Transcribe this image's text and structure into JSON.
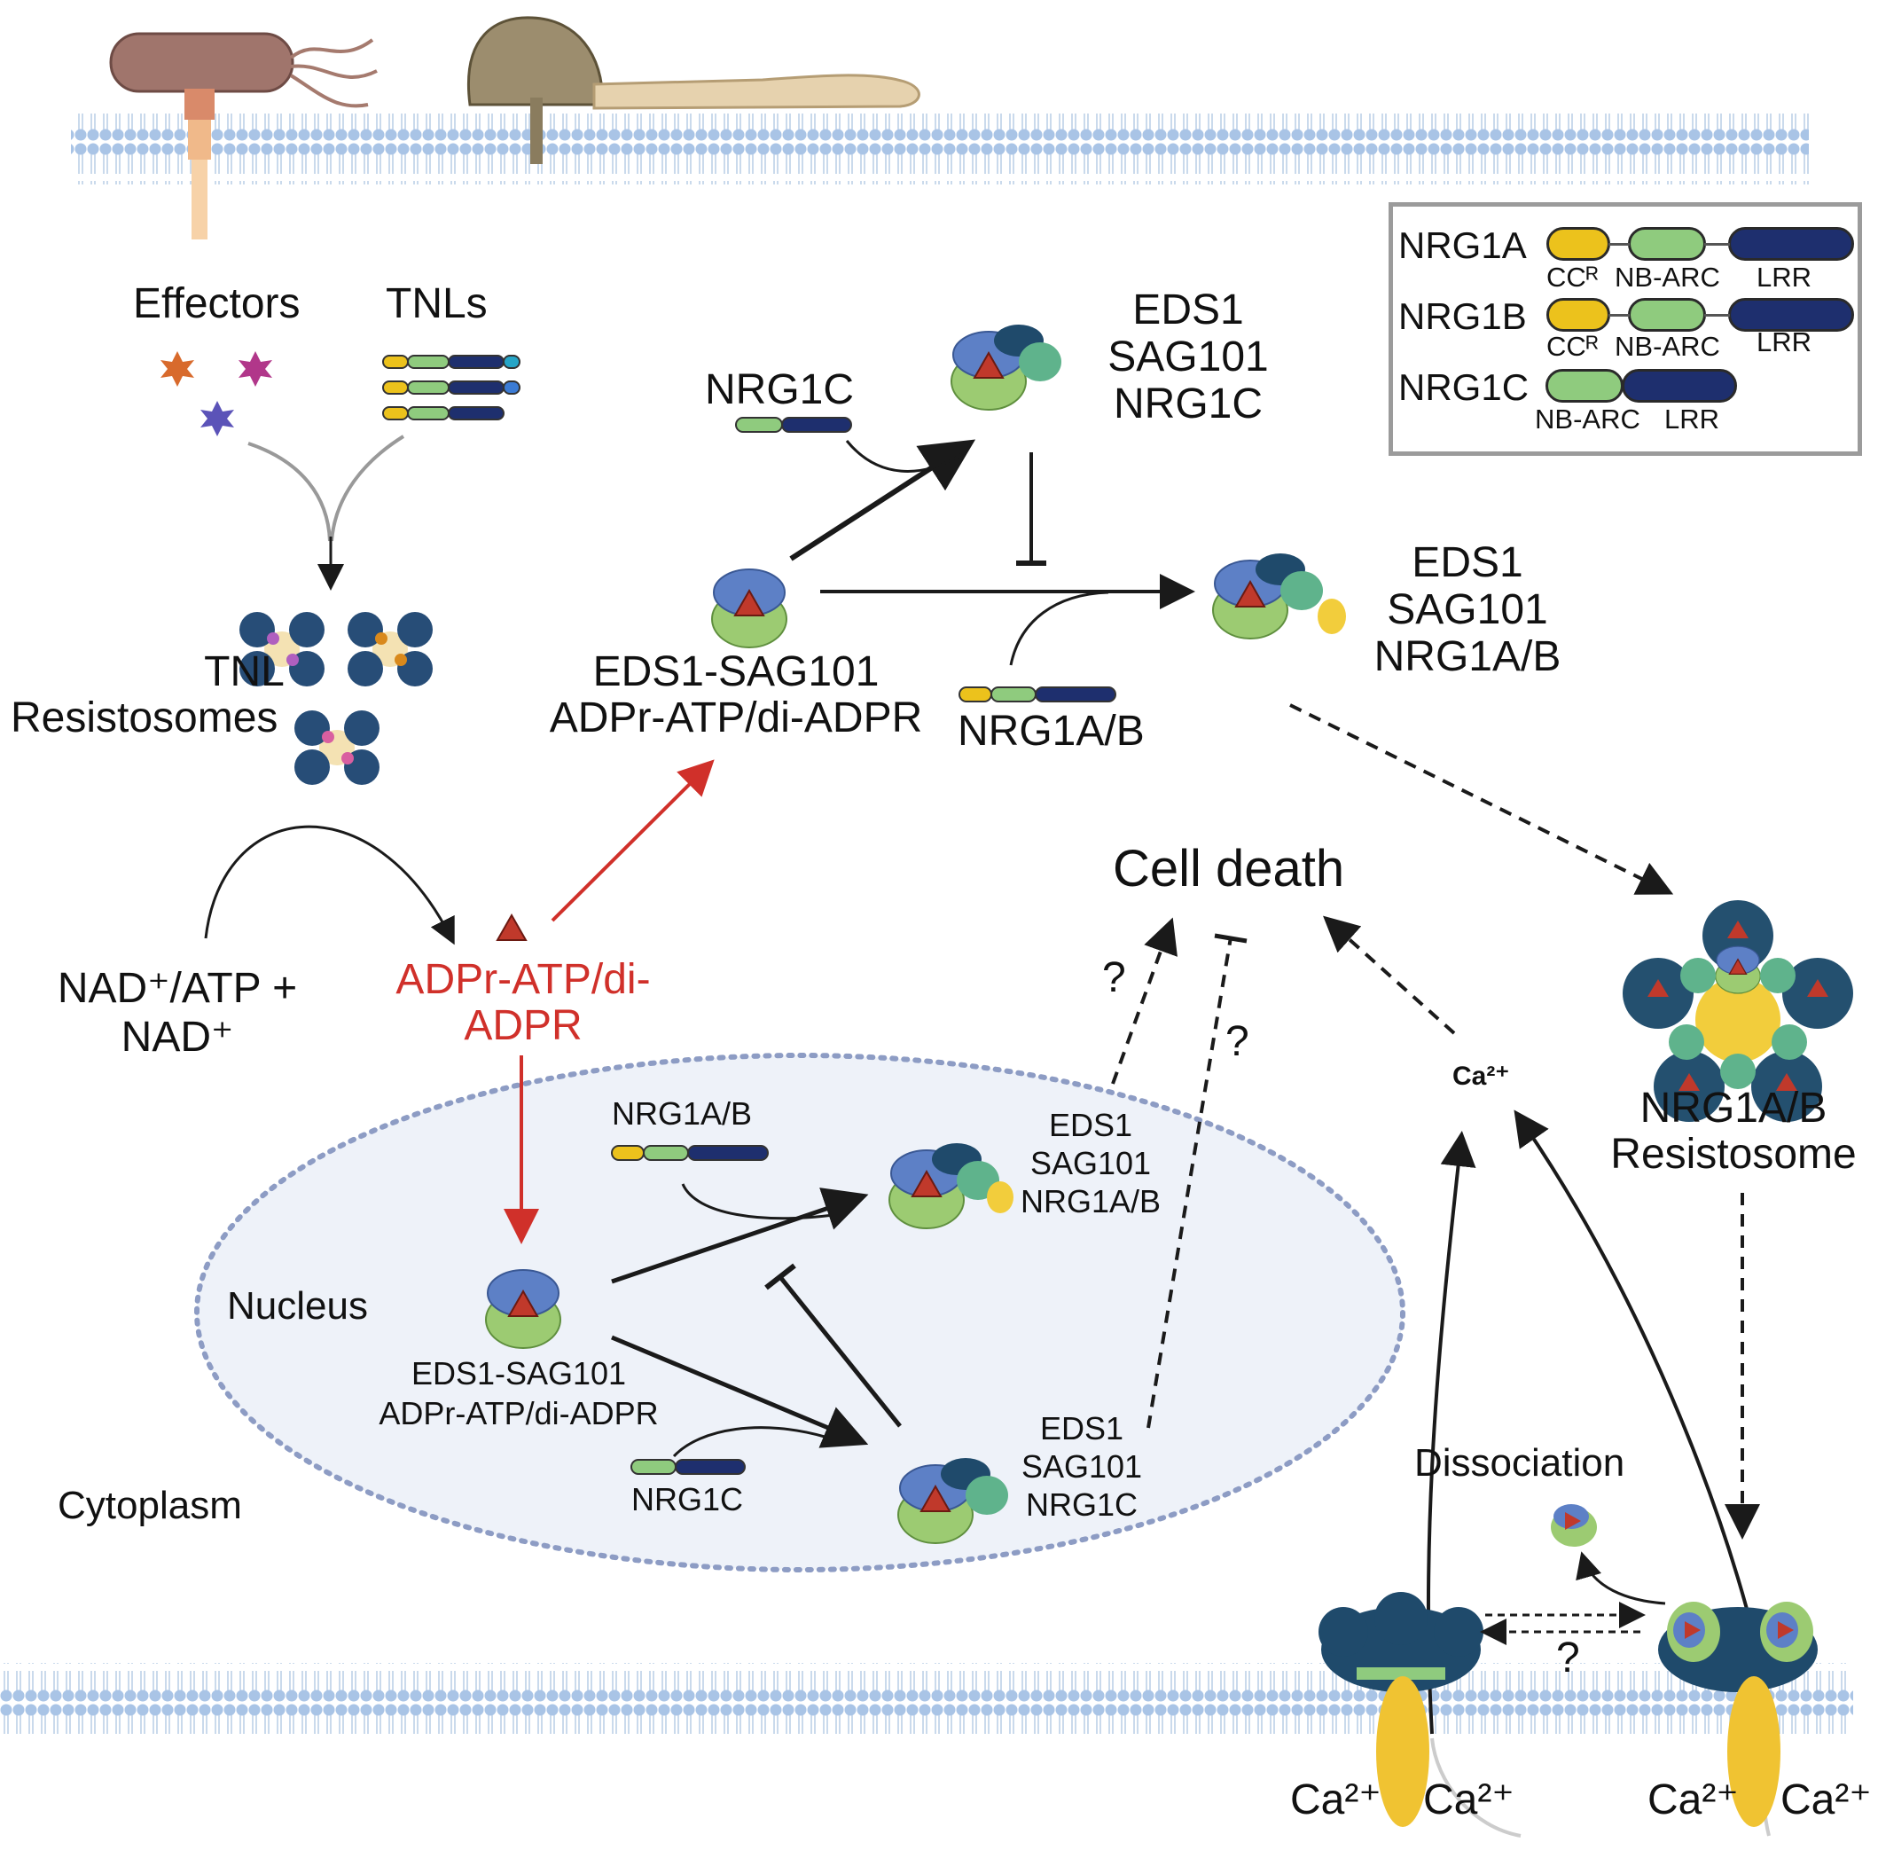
{
  "labels": {
    "effectors": "Effectors",
    "tnls": "TNLs",
    "tnl_resistosomes_1": "TNL",
    "tnl_resistosomes_2": "Resistosomes",
    "nad_atp_1": "NAD⁺/ATP +",
    "nad_atp_2": "NAD⁺",
    "adpr_red_1": "ADPr-ATP/di-",
    "adpr_red_2": "ADPR",
    "eds1_sag101_cyto_1": "EDS1-SAG101",
    "eds1_sag101_cyto_2": "ADPr-ATP/di-ADPR",
    "nrg1c_top": "NRG1C",
    "complex_c_1": "EDS1",
    "complex_c_2": "SAG101",
    "complex_c_3": "NRG1C",
    "nrg1ab_mid": "NRG1A/B",
    "complex_ab_1": "EDS1",
    "complex_ab_2": "SAG101",
    "complex_ab_3": "NRG1A/B",
    "resistosome_1": "NRG1A/B",
    "resistosome_2": "Resistosome",
    "cell_death": "Cell death",
    "nucleus": "Nucleus",
    "cytoplasm": "Cytoplasm",
    "nuc_eds1_1": "EDS1-SAG101",
    "nuc_eds1_2": "ADPr-ATP/di-ADPR",
    "nuc_nrg1ab": "NRG1A/B",
    "nuc_nrg1c": "NRG1C",
    "nuc_complex_ab_1": "EDS1",
    "nuc_complex_ab_2": "SAG101",
    "nuc_complex_ab_3": "NRG1A/B",
    "nuc_complex_c_1": "EDS1",
    "nuc_complex_c_2": "SAG101",
    "nuc_complex_c_3": "NRG1C",
    "q1": "?",
    "q2": "?",
    "q3": "?",
    "ca_mid": "Ca²⁺",
    "dissociation": "Dissociation",
    "ca_b1": "Ca²⁺",
    "ca_b2": "Ca²⁺",
    "ca_b3": "Ca²⁺",
    "ca_b4": "Ca²⁺"
  },
  "legend": {
    "rows": [
      {
        "name": "NRG1A",
        "domains": [
          "CCᴿ",
          "NB-ARC",
          "LRR"
        ]
      },
      {
        "name": "NRG1B",
        "domains": [
          "CCᴿ",
          "NB-ARC",
          "LRR"
        ]
      },
      {
        "name": "NRG1C",
        "domains": [
          "NB-ARC",
          "LRR"
        ]
      }
    ]
  },
  "colors": {
    "arrow_red": "#d0302a",
    "cc_domain": "#ecc21c",
    "nbarc_domain": "#8fcb7e",
    "lrr_domain": "#1e2f6e",
    "nucleus_fill": "#eef2f9",
    "nucleus_border": "#8d9cc4"
  }
}
